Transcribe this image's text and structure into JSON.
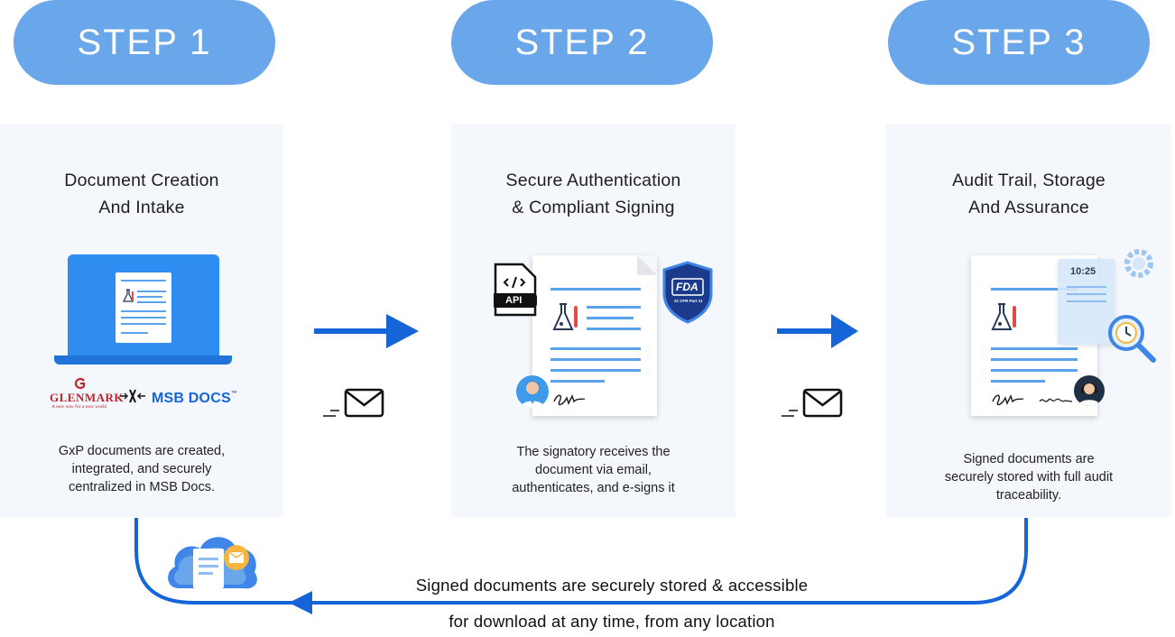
{
  "steps": [
    {
      "label": "STEP 1",
      "title_line1": "Document Creation",
      "title_line2": "And Intake",
      "desc_line1": "GxP documents are created,",
      "desc_line2": "integrated, and securely",
      "desc_line3": "centralized in MSB Docs."
    },
    {
      "label": "STEP 2",
      "title_line1": "Secure Authentication",
      "title_line2": "& Compliant Signing",
      "desc_line1": "The signatory receives the",
      "desc_line2": "document via email,",
      "desc_line3": "authenticates, and e-signs it"
    },
    {
      "label": "STEP 3",
      "title_line1": "Audit Trail, Storage",
      "title_line2": "And Assurance",
      "desc_line1": "Signed documents are",
      "desc_line2": "securely stored with full audit",
      "desc_line3": "traceability."
    }
  ],
  "logos": {
    "glenmark": "GLENMARK",
    "glenmark_tagline": "A new way for a new world",
    "msb": "MSB DOCS",
    "msb_tm": "™"
  },
  "badges": {
    "api": "API",
    "fda": "FDA",
    "cfr": "21 CFR Part 11",
    "clock_time": "10:25"
  },
  "bottom": {
    "line1": "Signed documents are securely stored & accessible",
    "line2": "for download at any time, from any location"
  },
  "colors": {
    "pill": "#6aa6ea",
    "card_bg": "#f4f7fb",
    "accent_blue": "#1565d8",
    "doc_line": "#5aa2ee"
  }
}
